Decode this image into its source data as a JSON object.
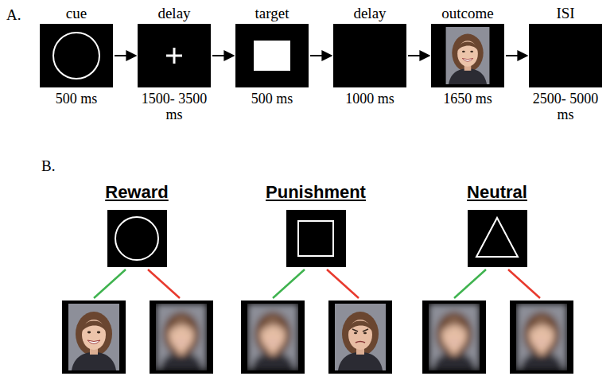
{
  "diagram": {
    "nodes": [
      {
        "text": [
          "cue",
          "500 ms"
        ]
      },
      {
        "text": [
          "delay",
          "1500- 3500 ms"
        ]
      },
      {
        "text": [
          "target",
          "500 ms"
        ]
      },
      {
        "text": [
          "delay",
          "1000 ms"
        ]
      },
      {
        "text": [
          "outcome",
          "1650 ms"
        ]
      },
      {
        "text": [
          "ISI",
          "2500- 5000 ms"
        ]
      },
      {
        "text": [
          "Reward"
        ]
      },
      {
        "text": [
          "Punishment"
        ]
      },
      {
        "text": [
          "Neutral"
        ]
      }
    ],
    "edges": [
      {
        "from": 0,
        "to": 1,
        "arrow": "to"
      },
      {
        "from": 1,
        "to": 2,
        "arrow": "to"
      },
      {
        "from": 2,
        "to": 3,
        "arrow": "to"
      },
      {
        "from": 3,
        "to": 4,
        "arrow": "to"
      },
      {
        "from": 4,
        "to": 5,
        "arrow": "to"
      }
    ],
    "labels": [
      "A.",
      "B."
    ]
  }
}
